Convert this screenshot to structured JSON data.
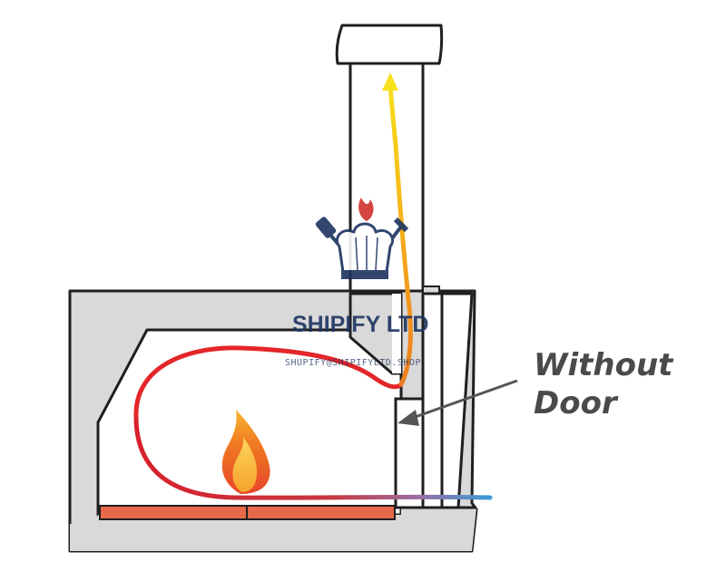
{
  "annotation": {
    "line1": "Without",
    "line2": "Door"
  },
  "watermark": {
    "brand": "SHIPIFY LTD",
    "email": "SHUPIFY@SHIPIFYLTD.SHOP"
  },
  "colors": {
    "oven_fill": "#d9d9d9",
    "outline": "#1f1f1f",
    "annotation_text": "#4a4a4a",
    "annotation_arrow": "#555555",
    "watermark_navy": "#1d3361",
    "watermark_red": "#d0312d",
    "flow_hot": "#e3262a",
    "flow_warm": "#f39c1f",
    "flow_exit": "#f5e11b",
    "flow_cool": "#3b9bd6",
    "hearth_brick": "#e8694a",
    "flame_outer": "#e85a1f",
    "flame_inner": "#f7b733"
  },
  "icons": {
    "watermark_logo": "chef-hat-crossed-utensils-icon",
    "fire": "flame-icon"
  }
}
